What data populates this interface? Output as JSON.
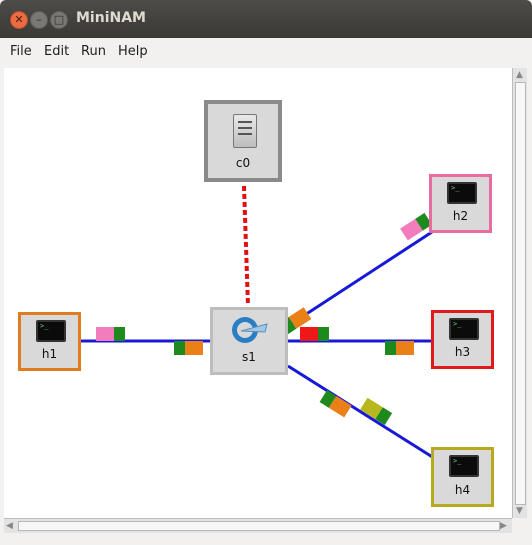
{
  "window": {
    "title": "MiniNAM"
  },
  "menu": {
    "items": [
      "File",
      "Edit",
      "Run",
      "Help"
    ]
  },
  "nodes": {
    "c0": {
      "label": "c0",
      "border": "#8a8a8a"
    },
    "s1": {
      "label": "s1",
      "border": "#bdbdbd"
    },
    "h1": {
      "label": "h1",
      "border": "#e07b1e"
    },
    "h2": {
      "label": "h2",
      "border": "#e86ca0"
    },
    "h3": {
      "label": "h3",
      "border": "#e01a1a"
    },
    "h4": {
      "label": "h4",
      "border": "#b8aa1e"
    }
  },
  "links": {
    "data_color": "#1818d8",
    "control_color": "#e01010"
  },
  "packet_colors": {
    "pink": "#f27cbc",
    "green": "#1e8a1e",
    "orange": "#e98018",
    "red": "#ee1818",
    "olive": "#b8b81e"
  }
}
